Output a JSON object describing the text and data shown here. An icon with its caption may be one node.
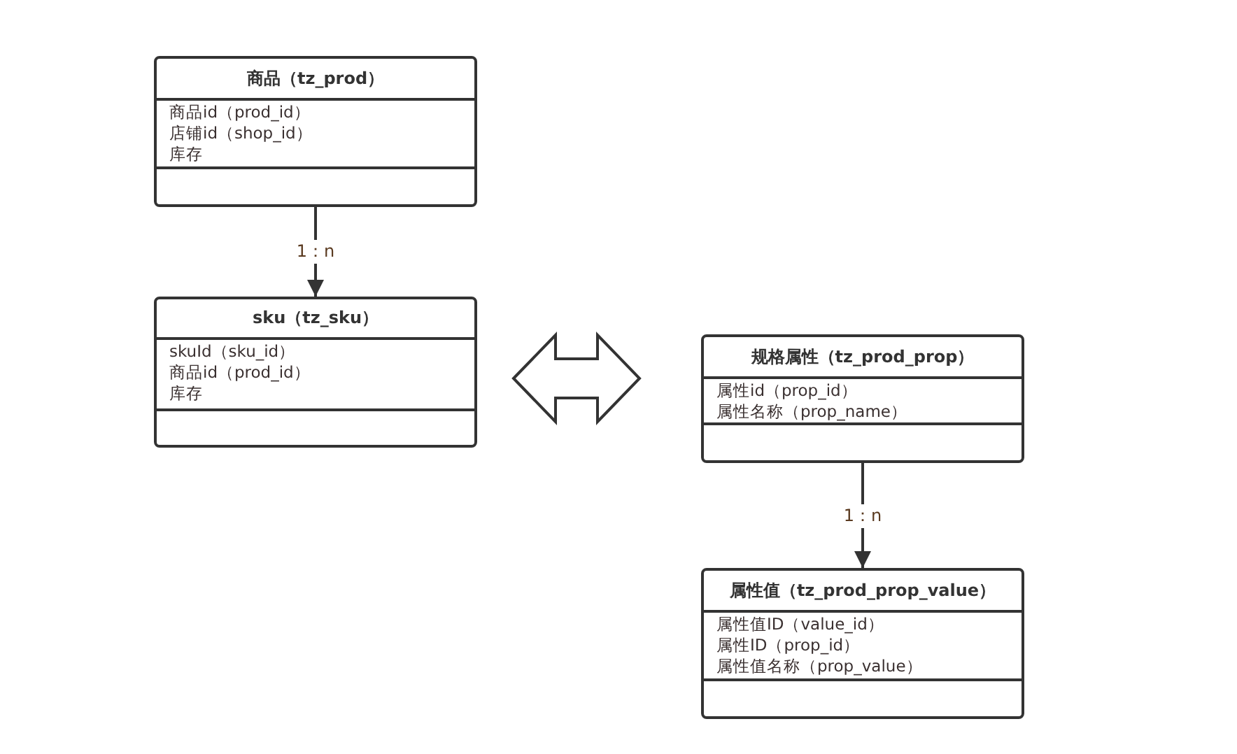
{
  "diagram": {
    "nodes": [
      {
        "text": [
          "商品（tz_prod）",
          "商品id（prod_id）",
          "店铺id（shop_id）",
          "库存"
        ]
      },
      {
        "text": [
          "sku（tz_sku）",
          "skuId（sku_id）",
          "商品id（prod_id）",
          "库存"
        ]
      },
      {
        "text": [
          "规格属性（tz_prod_prop）",
          "属性id（prop_id）",
          "属性名称（prop_name）"
        ]
      },
      {
        "text": [
          "属性值（tz_prod_prop_value）",
          "属性值ID（value_id）",
          "属性ID（prop_id）",
          "属性值名称（prop_value）"
        ]
      }
    ],
    "edges": [
      {
        "from": 0,
        "to": 1,
        "arrow": "to",
        "label": "1：n"
      },
      {
        "from": 1,
        "to": 2,
        "arrow": "both",
        "style": "thick"
      },
      {
        "from": 2,
        "to": 3,
        "arrow": "to",
        "label": "1：n"
      }
    ]
  }
}
